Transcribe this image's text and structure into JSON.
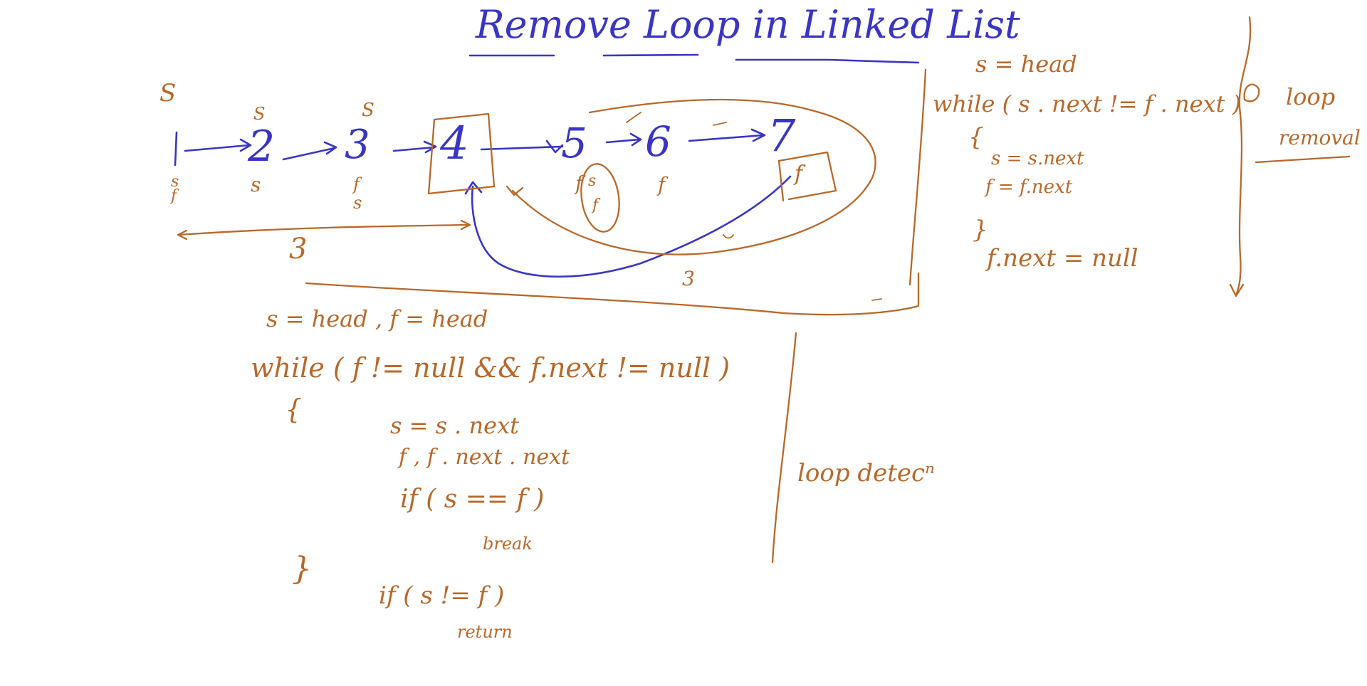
{
  "title": "Remove Loop in Linked List",
  "colors": {
    "blue_ink": "#3a35c4",
    "orange_ink": "#b8682a",
    "background": "#ffffff"
  },
  "diagram": {
    "nodes": [
      "1",
      "2",
      "3",
      "4",
      "5",
      "6",
      "7"
    ],
    "pointer_labels": {
      "above_1": "S",
      "above_2": "S",
      "above_3": "S",
      "below_1": "s\nf",
      "below_2": "s",
      "below_3": "f\ns",
      "below_5_s": "s",
      "below_5_f": "f",
      "below_6": "f",
      "near_7": "f",
      "near_5": "f"
    },
    "distance_head_to_4": "3",
    "distance_meet_to_4": "3"
  },
  "detection_code": {
    "line1": "s = head ,  f = head",
    "line2": "while ( f != null  &&  f.next != null )",
    "line3": "{",
    "line4": "s =   s . next",
    "line5": "f ,     f . next . next",
    "line6": "if ( s == f )",
    "line7": "break",
    "line8": "}",
    "line9": "if ( s != f )",
    "line10": "return",
    "label": "loop detecⁿ"
  },
  "removal_code": {
    "line1": "s = head",
    "line2": "while ( s . next != f . next )",
    "line3": "{",
    "line4": "s = s.next",
    "line5": "f = f.next",
    "line6": "}",
    "line7": "f.next = null",
    "label_line1": "loop",
    "label_line2": "removal"
  }
}
